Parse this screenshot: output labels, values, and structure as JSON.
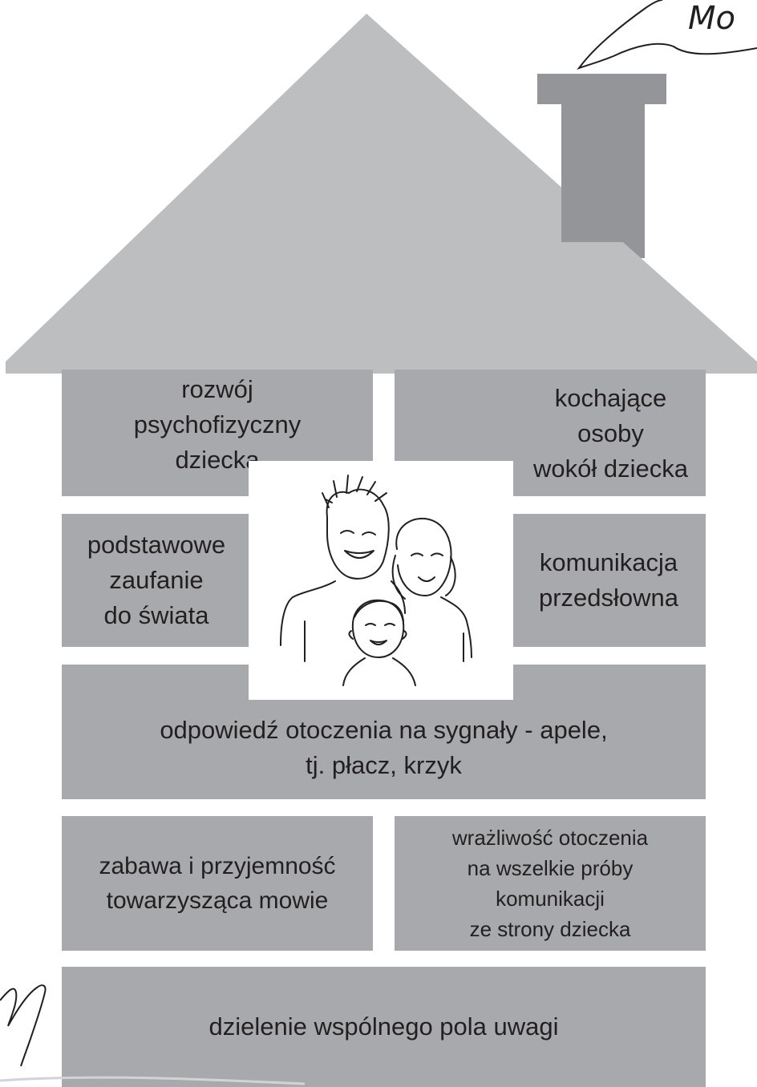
{
  "colors": {
    "roof": "#bcbec0",
    "chimney": "#939598",
    "brick": "#a7a9ac",
    "text": "#231f20",
    "background": "#ffffff"
  },
  "bubble_text": "Mo",
  "bricks": {
    "rozwoj": "rozwój\npsychofizyczny\ndziecka",
    "kochajace": "kochające\nosoby\nwokół dziecka",
    "podstawowe": "podstawowe\nzaufanie\ndo świata",
    "komunikacja": "komunikacja\nprzedsłowna",
    "odpowiedz": "odpowiedź otoczenia na sygnały - apele,\ntj. płacz, krzyk",
    "zabawa": "zabawa i przyjemność\ntowarzysząca mowie",
    "wrazliwosc": "wrażliwość otoczenia\nna wszelkie próby\nkomunikacji\nze strony dziecka",
    "dzielenie": "dzielenie wspólnego pola uwagi"
  },
  "illustration_icon": "family-sketch"
}
